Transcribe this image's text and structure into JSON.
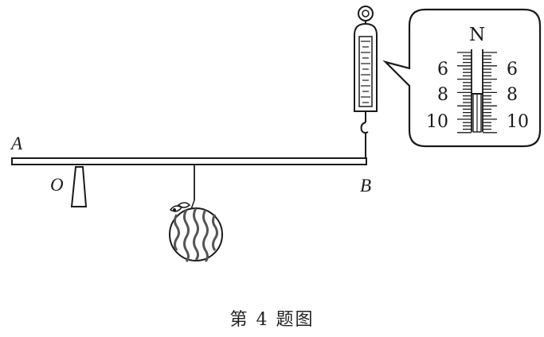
{
  "labels": {
    "point_a": "A",
    "point_o": "O",
    "point_b": "B"
  },
  "scale_readout": {
    "unit": "N",
    "left_ticks": [
      "6",
      "8",
      "10"
    ],
    "right_ticks": [
      "6",
      "8",
      "10"
    ]
  },
  "caption": "第 4 题图",
  "colors": {
    "ink": "#1a1a1a",
    "background": "#ffffff"
  }
}
